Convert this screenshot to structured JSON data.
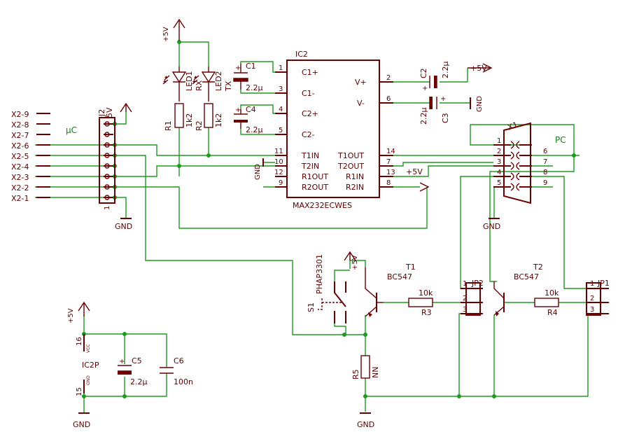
{
  "ic2": {
    "ref": "IC2",
    "part": "MAX232ECWES",
    "left_pins": [
      {
        "num": "1",
        "name": "C1+"
      },
      {
        "num": "3",
        "name": "C1-"
      },
      {
        "num": "4",
        "name": "C2+"
      },
      {
        "num": "5",
        "name": "C2-"
      },
      {
        "num": "11",
        "name": "T1IN"
      },
      {
        "num": "10",
        "name": "T2IN"
      },
      {
        "num": "12",
        "name": "R1OUT"
      },
      {
        "num": "9",
        "name": "R2OUT"
      }
    ],
    "right_pins": [
      {
        "num": "2",
        "name": "V+"
      },
      {
        "num": "6",
        "name": "V-"
      },
      {
        "num": "14",
        "name": "T1OUT"
      },
      {
        "num": "7",
        "name": "T2OUT"
      },
      {
        "num": "13",
        "name": "R1IN"
      },
      {
        "num": "8",
        "name": "R2IN"
      }
    ]
  },
  "ic2p": {
    "ref": "IC2P",
    "pin_vcc_num": "16",
    "pin_vcc_name": "VCC",
    "pin_gnd_num": "15",
    "pin_gnd_name": "GND"
  },
  "caps": {
    "c1": {
      "ref": "C1",
      "value": "2.2µ"
    },
    "c2": {
      "ref": "C2",
      "value": "2.2µ"
    },
    "c3": {
      "ref": "C3",
      "value": "2.2µ"
    },
    "c4": {
      "ref": "C4",
      "value": "2.2µ"
    },
    "c5": {
      "ref": "C5",
      "value": "2.2µ"
    },
    "c6": {
      "ref": "C6",
      "value": "100n"
    }
  },
  "resistors": {
    "r1": {
      "ref": "R1",
      "value": "1k2"
    },
    "r2": {
      "ref": "R2",
      "value": "1k2"
    },
    "r3": {
      "ref": "R3",
      "value": "10k"
    },
    "r4": {
      "ref": "R4",
      "value": "10k"
    },
    "r5": {
      "ref": "R5",
      "value": "NN"
    }
  },
  "leds": {
    "led1": {
      "ref": "LED1",
      "label": "RX"
    },
    "led2": {
      "ref": "LED2",
      "label": "TX"
    }
  },
  "transistors": {
    "t1": {
      "ref": "T1",
      "part": "BC547"
    },
    "t2": {
      "ref": "T2",
      "part": "BC547"
    }
  },
  "switch_s1": {
    "ref": "S1",
    "part": "PHAP3301"
  },
  "header_j2": {
    "ref": "J2",
    "pin1": "1",
    "pin_top": "5V",
    "group": "µC"
  },
  "x2_pins": [
    "X2-9",
    "X2-8",
    "X2-7",
    "X2-6",
    "X2-5",
    "X2-4",
    "X2-3",
    "X2-2",
    "X2-1"
  ],
  "connector_x1": {
    "ref": "X1",
    "label": "PC",
    "left_pins": [
      "1",
      "2",
      "3",
      "4",
      "5"
    ],
    "right_pins": [
      "6",
      "7",
      "8",
      "9"
    ]
  },
  "jumpers": {
    "jp1": {
      "ref": "JP1",
      "pins": [
        "1",
        "2",
        "3"
      ]
    },
    "jp2": {
      "ref": "JP2",
      "pins": [
        "1",
        "2",
        "3"
      ]
    }
  },
  "supplies": {
    "vcc": "+5V",
    "gnd": "GND"
  }
}
